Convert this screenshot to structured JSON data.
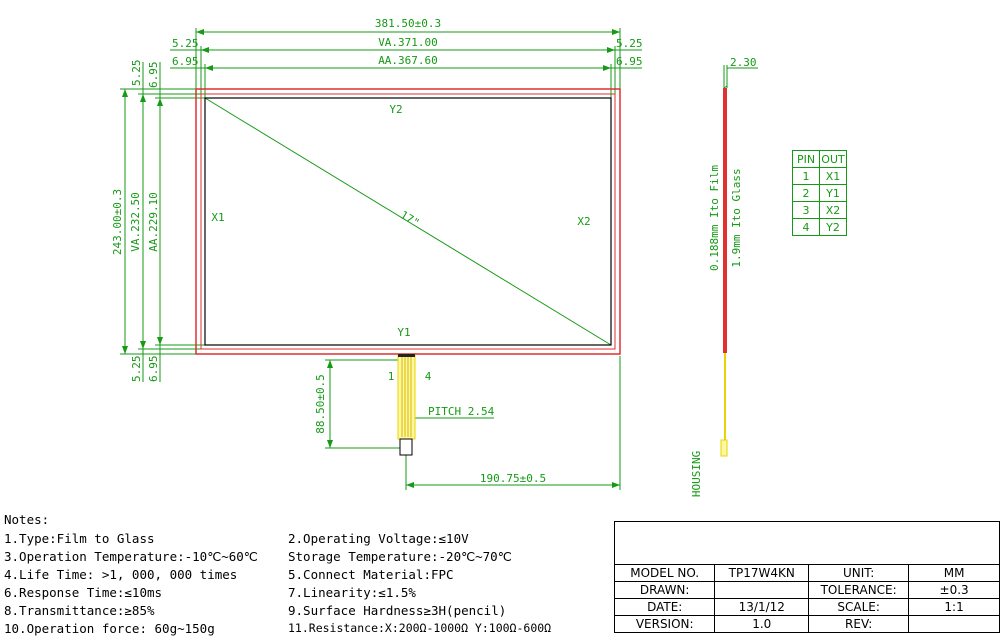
{
  "drawing": {
    "dims": {
      "overall_width": "381.50±0.3",
      "va_width": "VA.371.00",
      "aa_width": "AA.367.60",
      "left_va_gap": "5.25",
      "right_va_gap": "5.25",
      "left_aa_gap": "6.95",
      "right_aa_gap": "6.95",
      "top_va_gap": "5.25",
      "top_aa_gap": "6.95",
      "overall_height": "243.00±0.3",
      "va_height": "VA.232.50",
      "aa_height": "AA.229.10",
      "bottom_va_gap": "5.25",
      "bottom_aa_gap": "6.95",
      "thickness": "2.30",
      "tail_length": "88.50±0.5",
      "tail_offset": "190.75±0.5",
      "pitch": "PITCH 2.54"
    },
    "labels": {
      "y2": "Y2",
      "y1": "Y1",
      "x1": "X1",
      "x2": "X2",
      "diagonal": "17\"",
      "pin_left": "1",
      "pin_right": "4",
      "film": "0.188mm Ito Film",
      "glass": "1.9mm Ito Glass",
      "housing": "HOUSING"
    },
    "pin_table": {
      "headers": [
        "PIN",
        "OUT"
      ],
      "rows": [
        [
          "1",
          "X1"
        ],
        [
          "2",
          "Y1"
        ],
        [
          "3",
          "X2"
        ],
        [
          "4",
          "Y2"
        ]
      ]
    }
  },
  "notes": {
    "title": "Notes:",
    "items": [
      "1.Type:Film to Glass",
      "2.Operating Voltage:≤10V",
      "3.Operation Temperature:-10℃~60℃",
      "Storage Temperature:-20℃~70℃",
      "4.Life Time: >1, 000, 000 times",
      "5.Connect Material:FPC",
      "6.Response Time:≤10ms",
      "7.Linearity:≤1.5%",
      "8.Transmittance:≥85%",
      "9.Surface Hardness≥3H(pencil)",
      "10.Operation force: 60g~150g",
      "11.Resistance:X:200Ω-1000Ω Y:100Ω-600Ω"
    ]
  },
  "title_block": {
    "model_label": "MODEL NO.",
    "model_value": "TP17W4KN",
    "unit_label": "UNIT:",
    "unit_value": "MM",
    "drawn_label": "DRAWN:",
    "drawn_value": "",
    "tolerance_label": "TOLERANCE:",
    "tolerance_value": "±0.3",
    "date_label": "DATE:",
    "date_value": "13/1/12",
    "scale_label": "SCALE:",
    "scale_value": "1:1",
    "version_label": "VERSION:",
    "version_value": "1.0",
    "rev_label": "REV:",
    "rev_value": ""
  },
  "colors": {
    "dimension": "#159a15",
    "panel_edge": "#e03030",
    "fpc": "#e8d400",
    "ink": "#000000"
  }
}
